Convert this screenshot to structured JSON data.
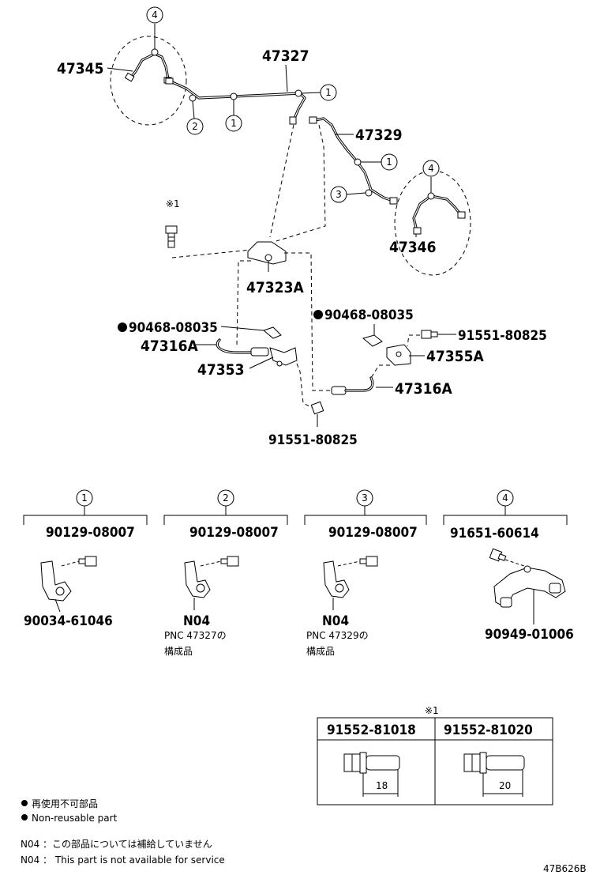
{
  "parts": {
    "p47345": "47345",
    "p47327": "47327",
    "p47329": "47329",
    "p47346": "47346",
    "p47323A": "47323A",
    "p90468a": "90468-08035",
    "p90468b": "90468-08035",
    "p47316A_left": "47316A",
    "p47353": "47353",
    "p91551_right": "91551-80825",
    "p47355A": "47355A",
    "p47316A_right": "47316A",
    "p91551_bottom": "91551-80825"
  },
  "callouts": {
    "c1": "1",
    "c2": "2",
    "c3": "3",
    "c4": "4"
  },
  "note_mark": "※1",
  "details": [
    {
      "number": "1",
      "bolt": "90129-08007",
      "part": "90034-61046"
    },
    {
      "number": "2",
      "bolt": "90129-08007",
      "part": "N04",
      "note_line1": "PNC 47327の",
      "note_line2": "構成品"
    },
    {
      "number": "3",
      "bolt": "90129-08007",
      "part": "N04",
      "note_line1": "PNC 47329の",
      "note_line2": "構成品"
    },
    {
      "number": "4",
      "bolt": "91651-60614",
      "part": "90949-01006"
    }
  ],
  "bolt_table": {
    "mark": "※1",
    "col1_part": "91552-81018",
    "col1_length": "18",
    "col2_part": "91552-81020",
    "col2_length": "20"
  },
  "legend": {
    "line1": "再使用不可部品",
    "line2": "Non-reusable part",
    "n04_jp": "N04 ：この部品については補給していません",
    "n04_en": "N04 ：  This part is not available for service"
  },
  "diagram_code": "47B626B"
}
